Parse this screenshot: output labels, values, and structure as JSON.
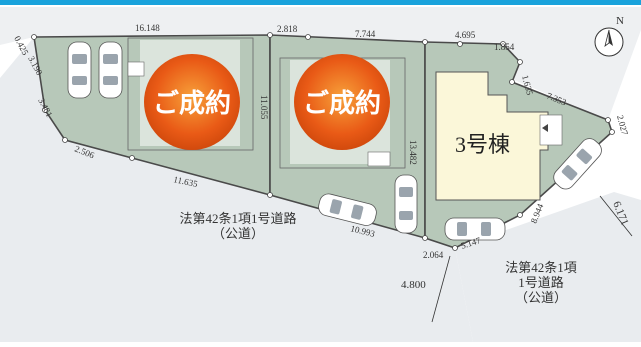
{
  "colors": {
    "header_bar": "#1aa3dc",
    "lot_fill": "#b7c8b9",
    "lot_border": "#4a4a4a",
    "road_fill": "#e9ecef",
    "house_fill": "#fbf7d9",
    "sold_badge": "#e95a16"
  },
  "compass": {
    "north_label": "N",
    "icon": "north-arrow-icon"
  },
  "lots": {
    "lot1": {
      "badge": "ご成約"
    },
    "lot2": {
      "badge": "ご成約"
    },
    "lot3": {
      "building_label": "3号棟"
    }
  },
  "roads": {
    "road_main": "法第42条1項1号道路\n（公道）",
    "road_right": "法第42条1項\n1号道路\n（公道）"
  },
  "road_widths": {
    "main": "4.800",
    "right": "6.171"
  },
  "dimensions": {
    "top_lot1": "16.148",
    "top_lot2_a": "2.818",
    "top_lot2_b": "7.744",
    "top_lot3_a": "4.695",
    "top_lot3_b": "1.854",
    "right_lot3_a": "1.635",
    "right_lot3_b": "7.353",
    "right_lot3_c": "2.027",
    "left_a": "0.425",
    "left_b": "3.190",
    "left_c": "3.481",
    "left_d": "2.506",
    "bottom_lot1": "11.635",
    "divider_1_2": "11.055",
    "divider_2_3": "13.482",
    "bottom_lot2": "10.993",
    "corner_a": "2.064",
    "corner_b": "5.147",
    "diag_lot3": "8.944"
  }
}
